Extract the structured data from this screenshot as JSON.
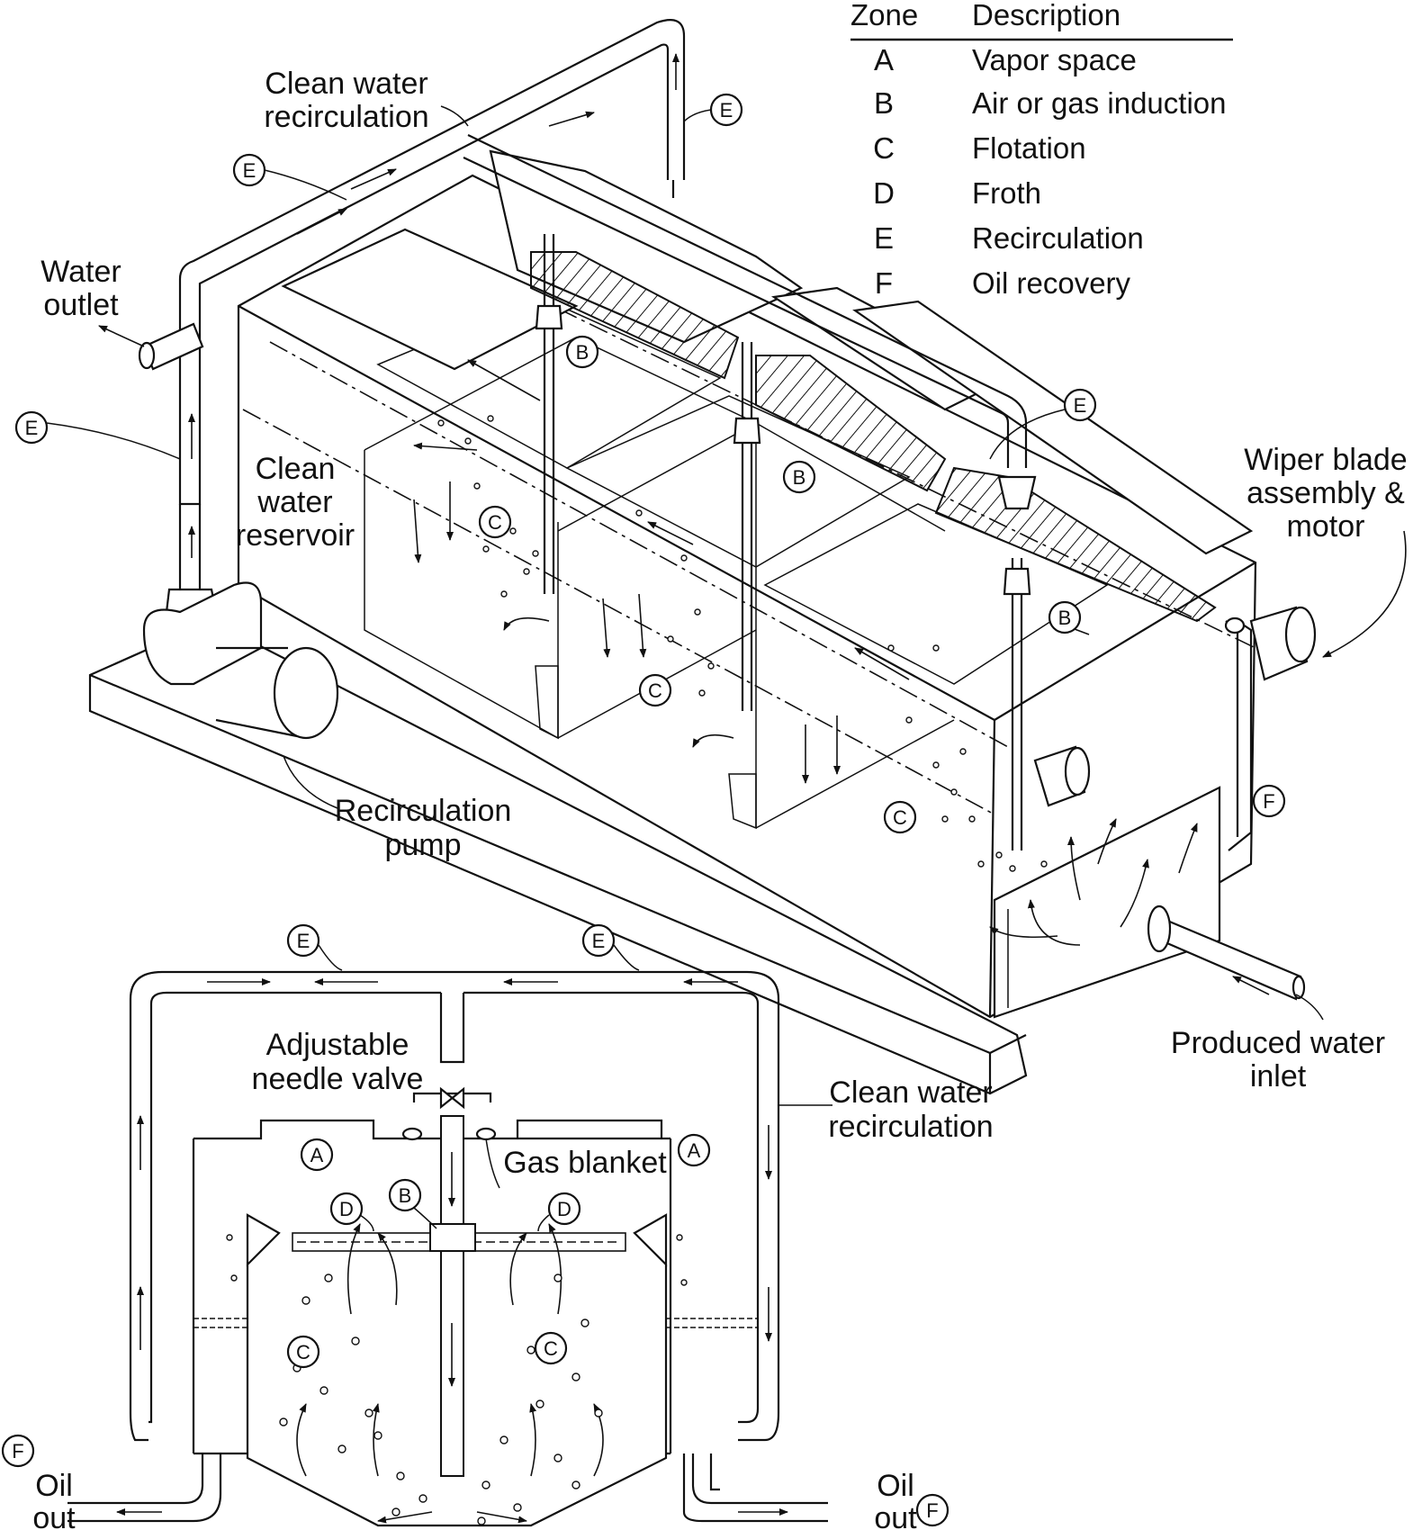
{
  "legend": {
    "header_zone": "Zone",
    "header_description": "Description",
    "rows": [
      {
        "zone": "A",
        "description": "Vapor space"
      },
      {
        "zone": "B",
        "description": "Air or gas induction"
      },
      {
        "zone": "C",
        "description": "Flotation"
      },
      {
        "zone": "D",
        "description": "Froth"
      },
      {
        "zone": "E",
        "description": "Recirculation"
      },
      {
        "zone": "F",
        "description": "Oil recovery"
      }
    ]
  },
  "labels": {
    "clean_water_recirculation_top": [
      "Clean water",
      "recirculation"
    ],
    "water_outlet": [
      "Water",
      "outlet"
    ],
    "clean_water_reservoir": [
      "Clean",
      "water",
      "reservoir"
    ],
    "recirculation_pump": [
      "Recirculation",
      "pump"
    ],
    "wiper_blade": [
      "Wiper blade",
      "assembly &",
      "motor"
    ],
    "produced_water_inlet": [
      "Produced water",
      "inlet"
    ],
    "adjustable_needle_valve": [
      "Adjustable",
      "needle valve"
    ],
    "clean_water_recirculation_bottom": [
      "Clean water",
      "recirculation"
    ],
    "gas_blanket": "Gas blanket",
    "oil_out_left": [
      "Oil",
      "out"
    ],
    "oil_out_right": [
      "Oil",
      "out"
    ]
  },
  "zone_markers": {
    "A": "A",
    "B": "B",
    "C": "C",
    "D": "D",
    "E": "E",
    "F": "F"
  }
}
